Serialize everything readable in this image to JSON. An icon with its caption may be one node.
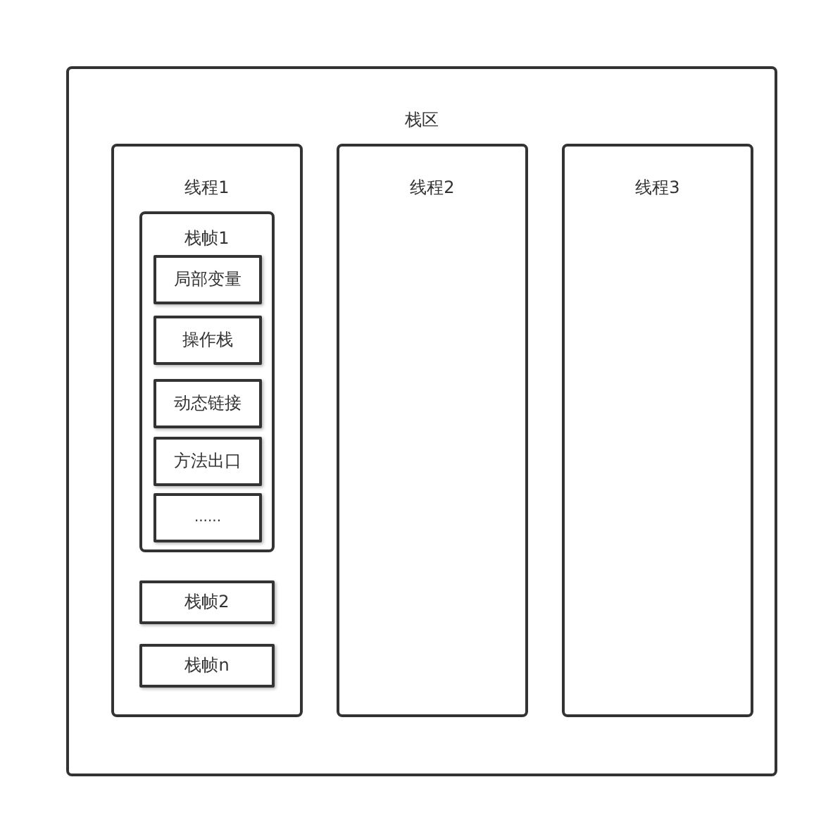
{
  "diagram": {
    "nodes": [
      {
        "text": [
          "栈区"
        ]
      },
      {
        "text": [
          "线程1"
        ],
        "in": 0
      },
      {
        "text": [
          "栈帧1"
        ],
        "in": 1
      },
      {
        "text": [
          "局部变量"
        ],
        "in": 2
      },
      {
        "text": [
          "操作栈"
        ],
        "in": 2
      },
      {
        "text": [
          "动态链接"
        ],
        "in": 2
      },
      {
        "text": [
          "方法出口"
        ],
        "in": 2
      },
      {
        "text": [
          "......"
        ],
        "in": 2
      },
      {
        "text": [
          "栈帧2"
        ],
        "in": 1
      },
      {
        "text": [
          "栈帧n"
        ],
        "in": 1
      },
      {
        "text": [
          "线程2"
        ],
        "in": 0
      },
      {
        "text": [
          "线程3"
        ],
        "in": 0
      }
    ]
  }
}
